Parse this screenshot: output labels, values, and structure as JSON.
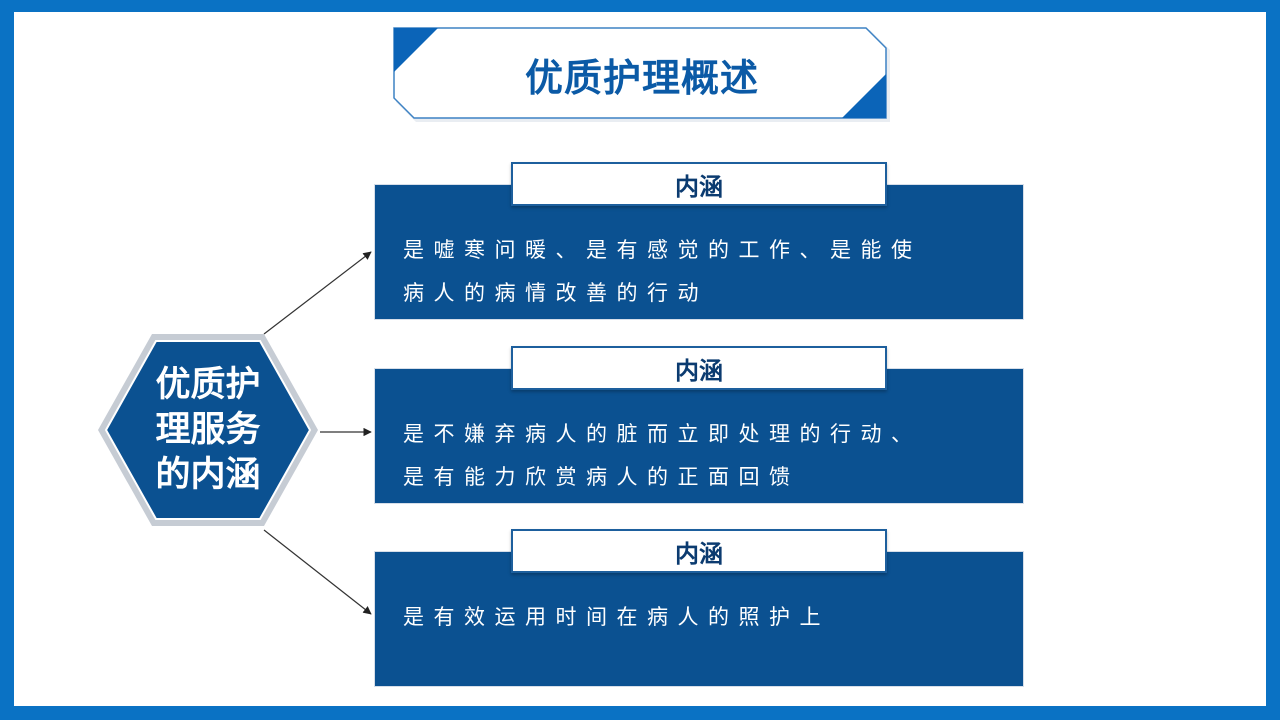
{
  "title": "优质护理概述",
  "center": {
    "lines": [
      "优质护",
      "理服务",
      "的内涵"
    ]
  },
  "cards": [
    {
      "heading": "内涵",
      "lines": [
        "是嘘寒问暖、是有感觉的工作、是能使",
        "病人的病情改善的行动"
      ]
    },
    {
      "heading": "内涵",
      "lines": [
        "是不嫌弃病人的脏而立即处理的行动、",
        "是有能力欣赏病人的正面回馈"
      ]
    },
    {
      "heading": "内涵",
      "lines": [
        "是有效运用时间在病人的照护上"
      ]
    }
  ],
  "colors": {
    "frame": "#0a72c4",
    "card_fill": "#0b5191",
    "title_text": "#0b5aa6",
    "hex_fill": "#0b5191"
  }
}
